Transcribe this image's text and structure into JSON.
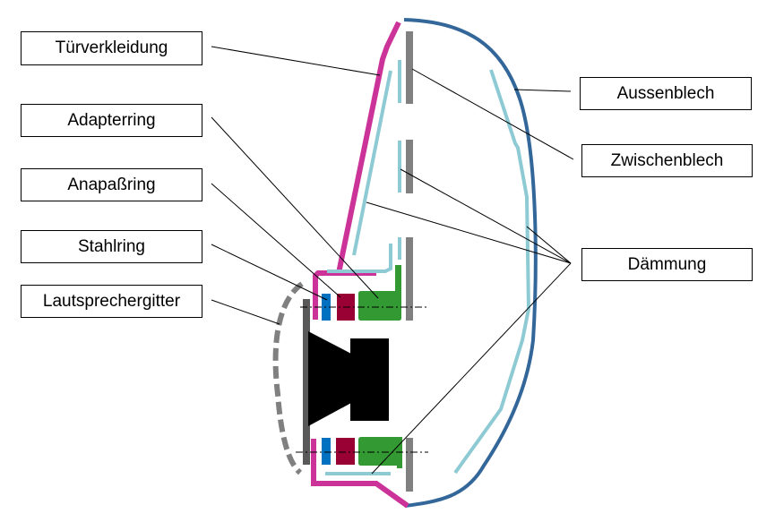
{
  "title": "Lautsprecher-Einbau in Autotür (Querschnitt)",
  "labels": {
    "tuerverkleidung": "Türverkleidung",
    "adapterring": "Adapterring",
    "anapassring": "Anapaßring",
    "stahlring": "Stahlring",
    "lautsprechergitter": "Lautsprechergitter",
    "aussenblech": "Aussenblech",
    "zwischenblech": "Zwischenblech",
    "daemmung": "Dämmung"
  },
  "colors": {
    "tuerverkleidung": "#cc3399",
    "aussenblech": "#336699",
    "daemmung": "#8ecad4",
    "zwischenblech": "#808080",
    "adapterring": "#339933",
    "anapassring": "#990033",
    "stahlring": "#0070c0",
    "gitter": "#808080",
    "speaker": "#000000",
    "baffle": "#595959"
  }
}
